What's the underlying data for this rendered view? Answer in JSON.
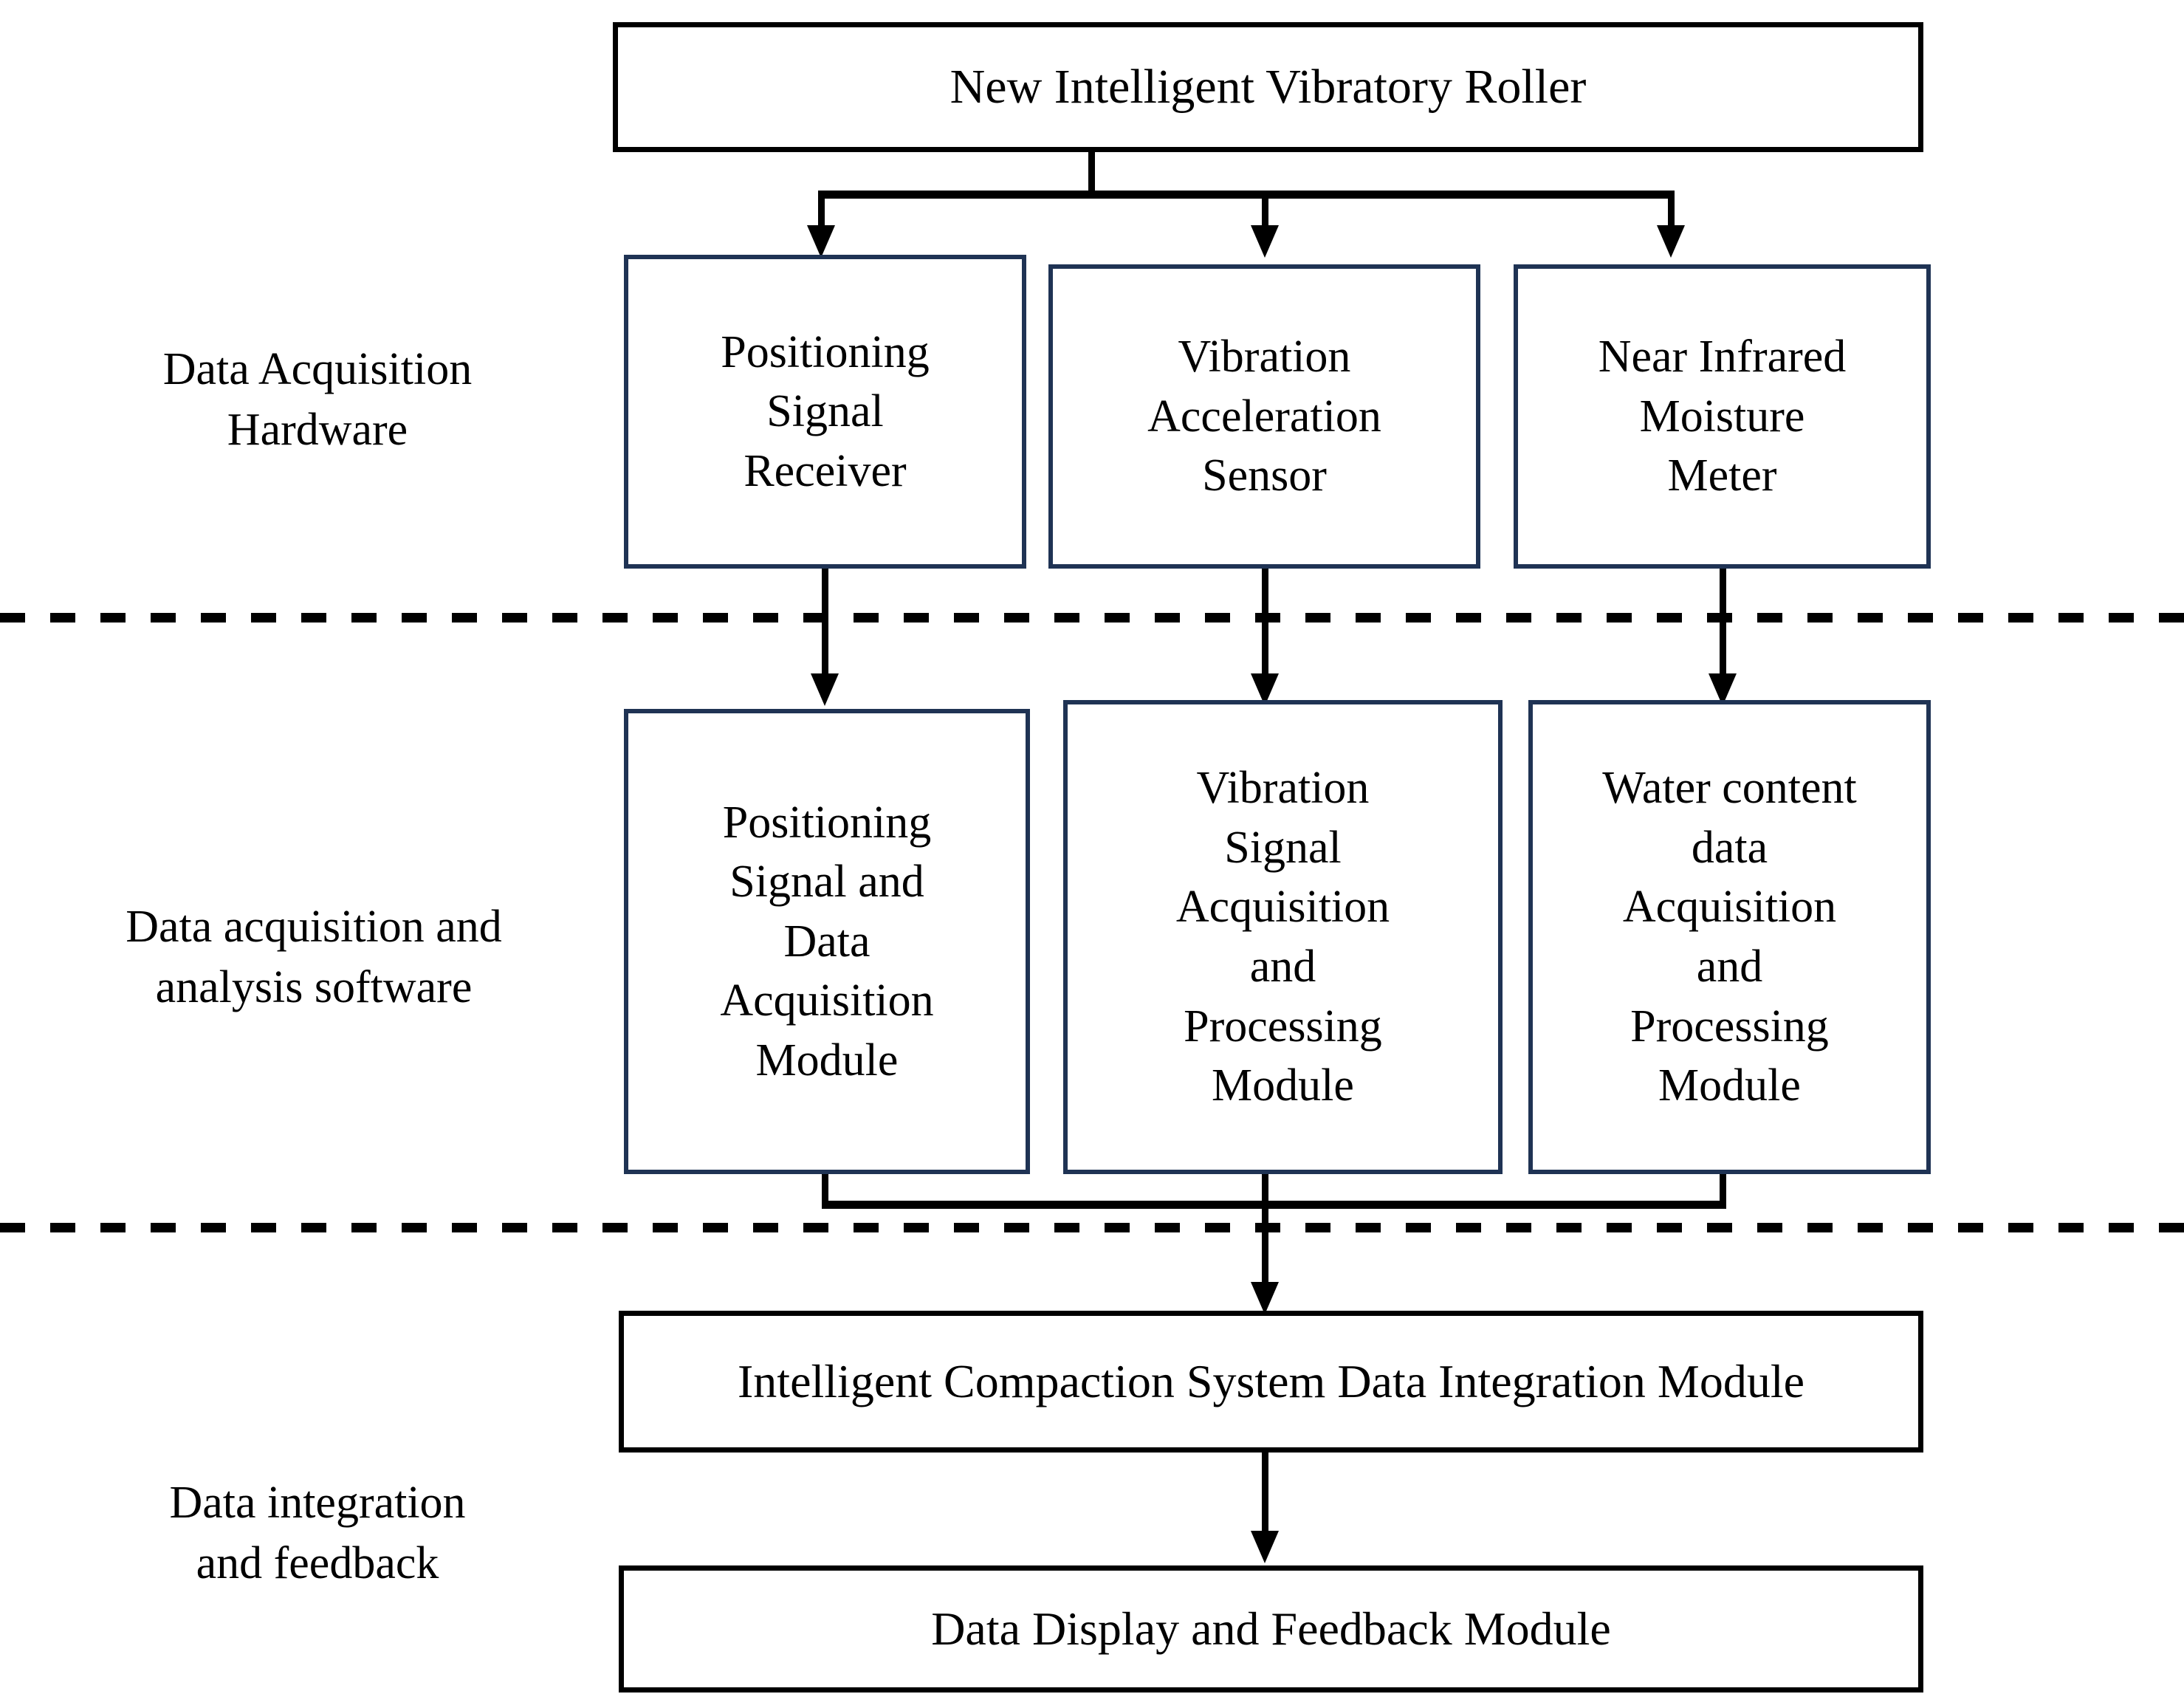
{
  "diagram": {
    "title_box": {
      "label": "New Intelligent Vibratory Roller"
    },
    "stages": [
      {
        "id": "hardware",
        "label": "Data Acquisition\nHardware"
      },
      {
        "id": "software",
        "label": "Data acquisition and\nanalysis software"
      },
      {
        "id": "integration",
        "label": "Data integration\nand feedback"
      }
    ],
    "hardware_row": [
      {
        "id": "positioning-signal-receiver",
        "label": "Positioning\nSignal\nReceiver"
      },
      {
        "id": "vibration-acceleration-sensor",
        "label": "Vibration\nAcceleration\nSensor"
      },
      {
        "id": "near-infrared-moisture-meter",
        "label": "Near Infrared\nMoisture\nMeter"
      }
    ],
    "software_row": [
      {
        "id": "positioning-signal-data-acquisition-module",
        "label": "Positioning\nSignal and\nData\nAcquisition\nModule"
      },
      {
        "id": "vibration-signal-acquisition-processing-module",
        "label": "Vibration\nSignal\nAcquisition\nand\nProcessing\nModule"
      },
      {
        "id": "water-content-data-acquisition-processing-module",
        "label": "Water content\ndata\nAcquisition\nand\nProcessing\nModule"
      }
    ],
    "integration_row": [
      {
        "id": "intelligent-compaction-system-data-integration-module",
        "label": "Intelligent Compaction System Data Integration Module"
      },
      {
        "id": "data-display-and-feedback-module",
        "label": "Data Display and Feedback Module"
      }
    ],
    "colors": {
      "box_border_black": "#000000",
      "box_border_navy": "#1f3354",
      "connector": "#000000",
      "background": "#ffffff",
      "text": "#000000"
    }
  }
}
